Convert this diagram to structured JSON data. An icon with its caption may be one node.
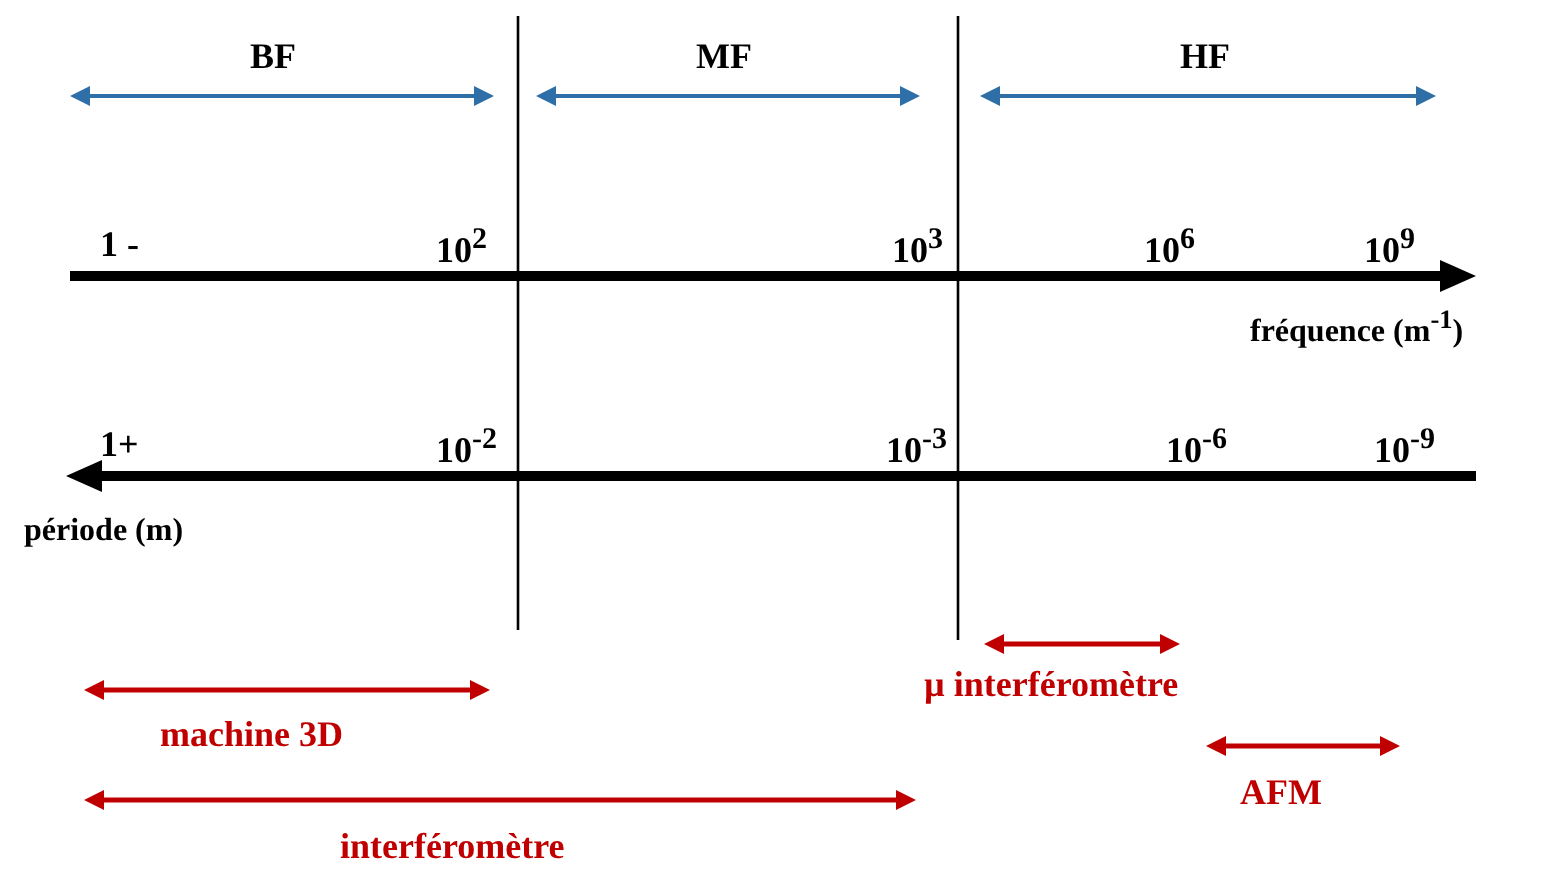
{
  "diagram": {
    "labels": [
      "BF",
      "MF",
      "HF",
      "1 -",
      "10$^{2}$",
      "10$^{3}$",
      "10$^{6}$",
      "10$^{9}$",
      "fréquence (m$^{-1}$)",
      "1+",
      "10$^{-2}$",
      "10$^{-3}$",
      "10$^{-6}$",
      "10$^{-9}$",
      "période (m)",
      "µ interféromètre",
      "machine 3D",
      "AFM",
      "interféromètre"
    ]
  }
}
